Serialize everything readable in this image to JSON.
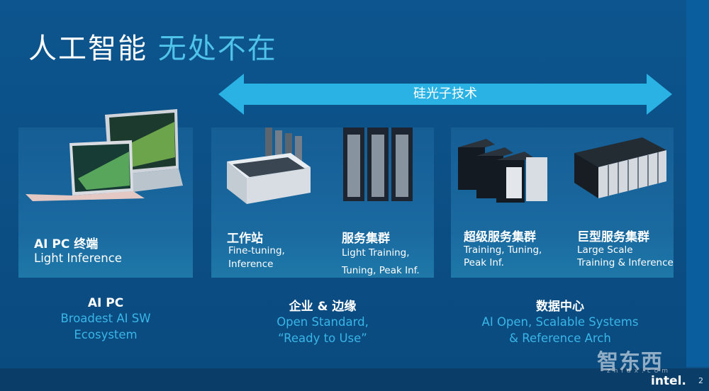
{
  "title": {
    "main": "人工智能",
    "accent": "无处不在"
  },
  "arrow": {
    "label": "硅光子技术"
  },
  "panels": [
    {
      "heading": "AI PC 终端",
      "sub": [
        "Light Inference"
      ]
    },
    {
      "heading": "工作站",
      "sub": [
        "Fine-tuning,",
        "Inference"
      ]
    },
    {
      "heading": "服务集群",
      "sub": [
        "Light Training,",
        "Tuning, Peak Inf."
      ]
    },
    {
      "heading": "超级服务集群",
      "sub": [
        "Training, Tuning,",
        "Peak Inf."
      ]
    },
    {
      "heading": "巨型服务集群",
      "sub": [
        "Large Scale",
        "Training & Inference"
      ]
    }
  ],
  "footers": [
    {
      "heading": "AI PC",
      "lines": [
        "Broadest AI SW",
        "Ecosystem"
      ]
    },
    {
      "heading": "企业 & 边缘",
      "lines": [
        "Open Standard,",
        "“Ready to Use”"
      ]
    },
    {
      "heading": "数据中心",
      "lines": [
        "AI Open, Scalable Systems",
        "& Reference Arch"
      ]
    }
  ],
  "watermark": {
    "text": "智东西",
    "sub": "zhidx.com"
  },
  "brand": "intel.",
  "page_number": "2",
  "colors": {
    "background": "#0d558e",
    "accent": "#4fc3ea",
    "footer_text": "#39b6e8"
  }
}
